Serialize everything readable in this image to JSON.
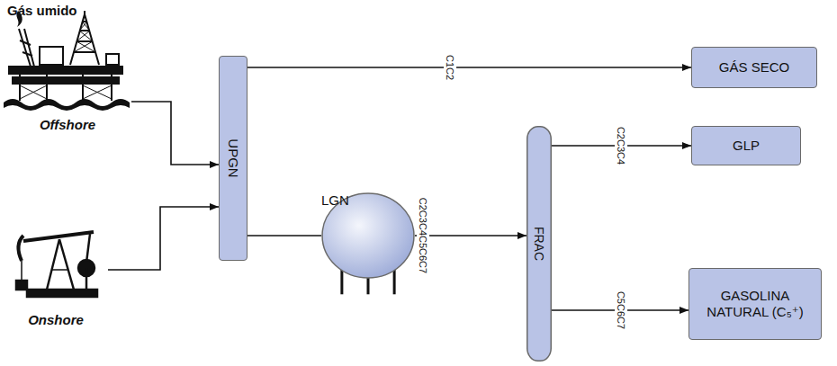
{
  "diagram": {
    "title": "Gás umido",
    "nodes": [
      {
        "text": [
          "Offshore"
        ]
      },
      {
        "text": [
          "Onshore"
        ]
      },
      {
        "text": [
          "UPGN"
        ]
      },
      {
        "text": [
          "LGN"
        ]
      },
      {
        "text": [
          "FRAC"
        ]
      },
      {
        "text": [
          "GÁS SECO"
        ]
      },
      {
        "text": [
          "GLP"
        ]
      },
      {
        "text": [
          "GASOLINA NATURAL (C₅⁺)"
        ]
      }
    ],
    "edges": [
      {
        "from": 0,
        "to": 2,
        "arrow": "to"
      },
      {
        "from": 1,
        "to": 2,
        "arrow": "to"
      },
      {
        "from": 2,
        "to": 5,
        "label": "C1C2",
        "arrow": "to"
      },
      {
        "from": 2,
        "to": 3,
        "arrow": "none"
      },
      {
        "from": 3,
        "to": 4,
        "label": "C2C3C4C5C6C7",
        "arrow": "to"
      },
      {
        "from": 4,
        "to": 6,
        "label": "C2C3C4",
        "arrow": "to"
      },
      {
        "from": 4,
        "to": 7,
        "label": "C5C6C7",
        "arrow": "to"
      }
    ]
  }
}
